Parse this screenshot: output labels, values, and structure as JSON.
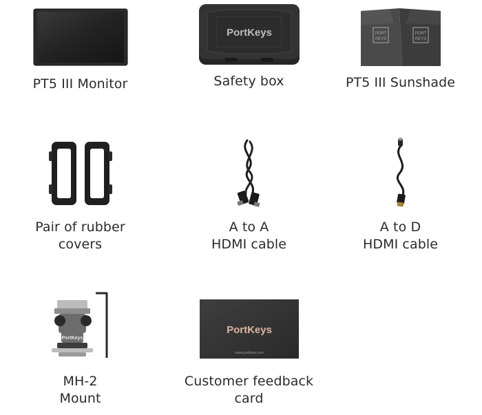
{
  "items": [
    {
      "id": "monitor",
      "label_lines": [
        "PT5 III Monitor"
      ]
    },
    {
      "id": "safety-box",
      "label_lines": [
        "Safety box"
      ],
      "logo": "PortKeys"
    },
    {
      "id": "sunshade",
      "label_lines": [
        "PT5 III Sunshade"
      ],
      "logo": "PORT KEYS"
    },
    {
      "id": "rubber-covers",
      "label_lines": [
        "Pair of rubber",
        "covers"
      ]
    },
    {
      "id": "a-to-a-cable",
      "label_lines": [
        "A to A",
        "HDMI cable"
      ]
    },
    {
      "id": "a-to-d-cable",
      "label_lines": [
        "A to D",
        "HDMI cable"
      ]
    },
    {
      "id": "mh2-mount",
      "label_lines": [
        "MH-2",
        "Mount"
      ],
      "logo": "PortKeys"
    },
    {
      "id": "feedback-card",
      "label_lines": [
        "Customer feedback",
        "card"
      ],
      "logo": "PortKeys",
      "url": "www.portkeys.com"
    }
  ],
  "colors": {
    "accent_logo": "#c0392b",
    "text": "#2a2a2a",
    "dark_product": "#1e1e1e"
  }
}
